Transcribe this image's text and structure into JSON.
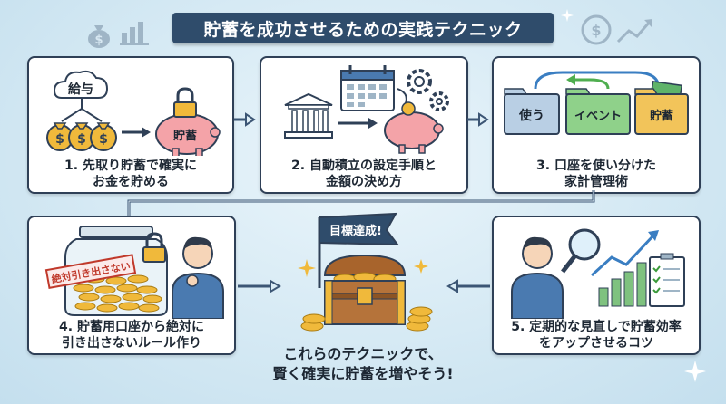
{
  "title": "貯蓄を成功させるための実践テクニック",
  "cards": [
    {
      "caption_line1": "1. 先取り貯蓄で確実に",
      "caption_line2": "お金を貯める",
      "label_salary": "給与",
      "label_piggy": "貯蓄"
    },
    {
      "caption_line1": "2. 自動積立の設定手順と",
      "caption_line2": "金額の決め方"
    },
    {
      "caption_line1": "3. 口座を使い分けた",
      "caption_line2": "家計管理術",
      "folder_use": "使う",
      "folder_event": "イベント",
      "folder_save": "貯蓄"
    },
    {
      "caption_line1": "4. 貯蓄用口座から絶対に",
      "caption_line2": "引き出さないルール作り",
      "jar_label": "絶対引き出さない"
    },
    {
      "caption_line1": "5. 定期的な見直しで貯蓄効率",
      "caption_line2": "をアップさせるコツ"
    }
  ],
  "goal_flag": "目標達成!",
  "bottom_line1": "これらのテクニックで、",
  "bottom_line2": "賢く確実に貯蓄を増やそう!"
}
